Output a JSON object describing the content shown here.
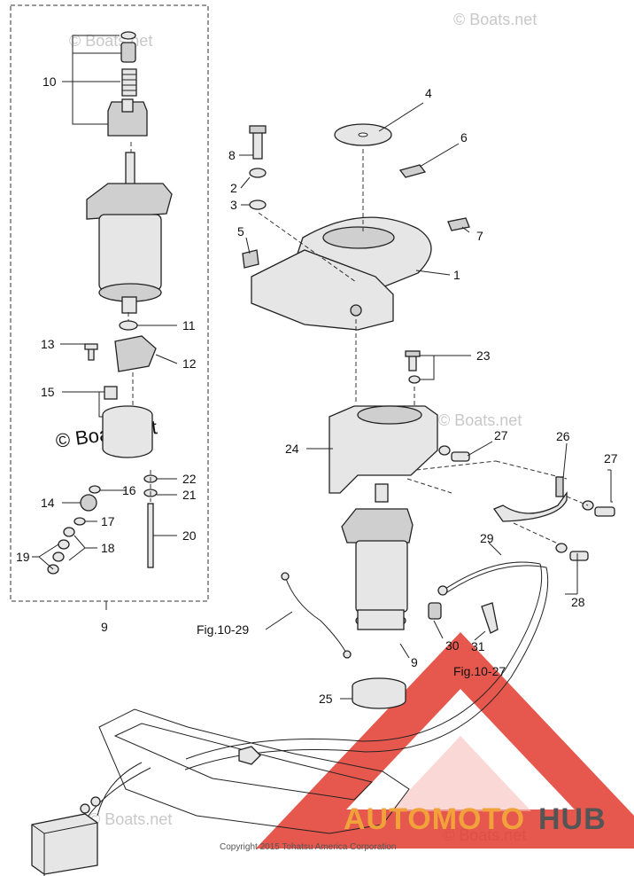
{
  "watermarks": [
    "© Boats.net",
    "© Boats.net",
    "© Boats.net",
    "© Boats.net",
    "© Boats.net",
    "© Boats.net"
  ],
  "callouts": [
    "10",
    "8",
    "2",
    "3",
    "4",
    "6",
    "5",
    "7",
    "1",
    "11",
    "13",
    "12",
    "15",
    "23",
    "24",
    "27",
    "26",
    "27",
    "22",
    "14",
    "16",
    "21",
    "17",
    "19",
    "18",
    "20",
    "29",
    "28",
    "9",
    "Fig.10-29",
    "30",
    "31",
    "9",
    "Fig.10-27",
    "25"
  ],
  "copyright": "Copyright 2015 Tohatsu America Corporation",
  "logo": {
    "part1": "AUTOMOTO",
    "part2": "HUB"
  },
  "colors": {
    "logo_orange": "#f2a23a",
    "logo_red": "#e23b2e",
    "logo_gray": "#555555"
  }
}
